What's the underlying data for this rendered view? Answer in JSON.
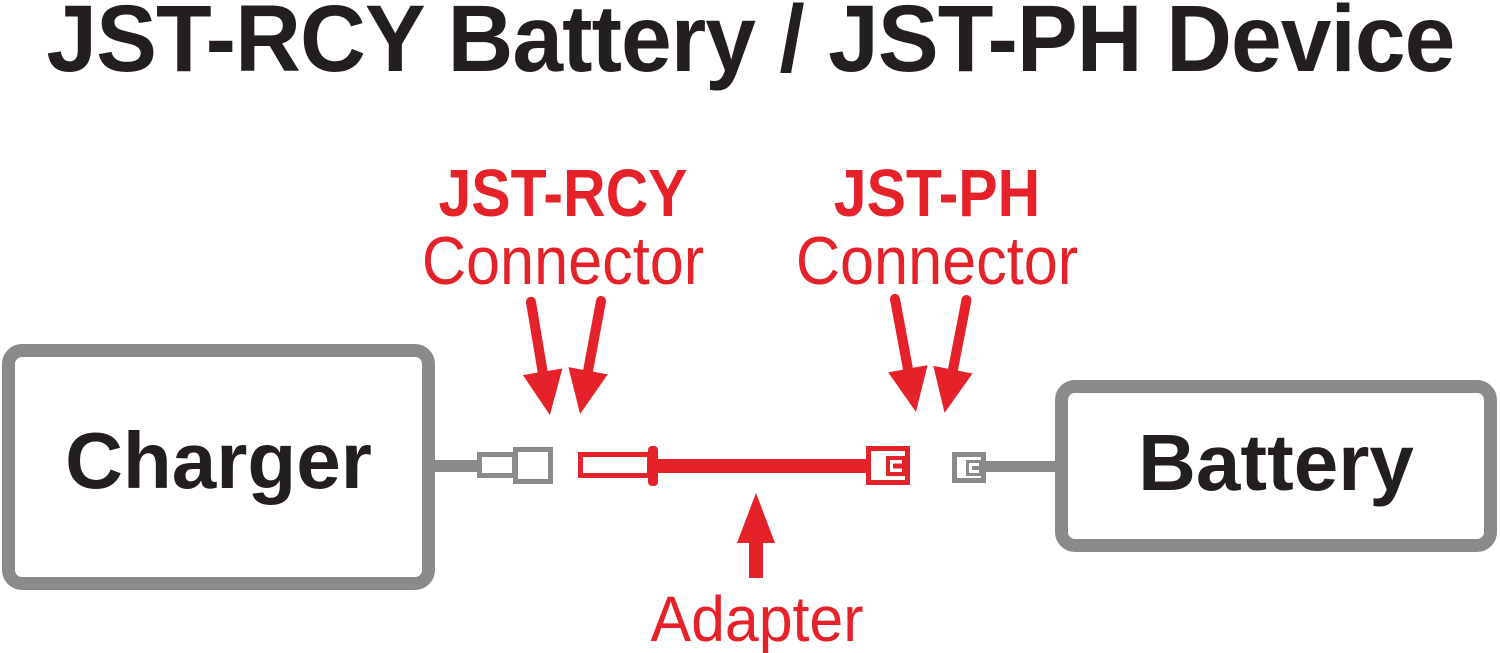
{
  "title": "JST-RCY Battery / JST-PH Device",
  "colors": {
    "accent_red": "#E5212A",
    "wire_gray": "#8A8A8A",
    "text_black": "#231F20"
  },
  "callouts": {
    "rcy": {
      "name": "JST-RCY",
      "type": "Connector"
    },
    "ph": {
      "name": "JST-PH",
      "type": "Connector"
    },
    "adapter": {
      "label": "Adapter"
    }
  },
  "devices": {
    "charger": {
      "label": "Charger"
    },
    "battery": {
      "label": "Battery"
    }
  }
}
